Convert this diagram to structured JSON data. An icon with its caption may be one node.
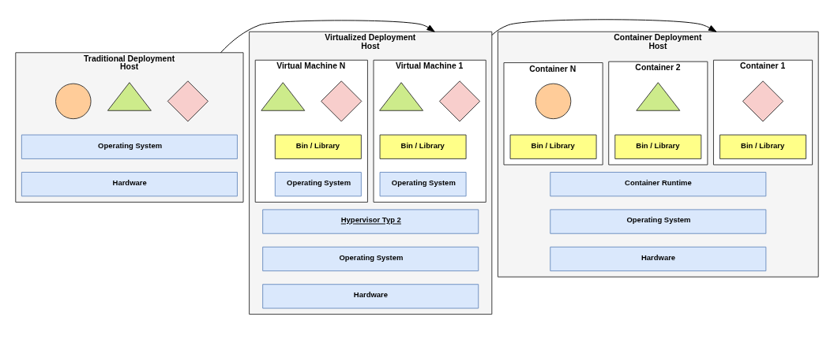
{
  "diagram": {
    "nodes": [
      {
        "text": [
          "Traditional Deployment",
          "Host"
        ]
      },
      {
        "text": [],
        "shape": "diamond",
        "in": 0
      },
      {
        "text": [],
        "shape": "triangle",
        "in": 0
      },
      {
        "text": [],
        "shape": "circle",
        "in": 0
      },
      {
        "text": [
          "Operating System"
        ],
        "in": 0
      },
      {
        "text": [
          "Hardware"
        ],
        "in": 0
      },
      {
        "text": [
          "Virtualized Deployment",
          "Host"
        ]
      },
      {
        "text": [
          "Virtual Machine 1"
        ],
        "in": 6
      },
      {
        "text": [],
        "shape": "diamond",
        "in": 7
      },
      {
        "text": [],
        "shape": "triangle",
        "in": 7
      },
      {
        "text": [
          "Bin / Library"
        ],
        "in": 7
      },
      {
        "text": [
          "Operating System"
        ],
        "in": 7
      },
      {
        "text": [
          "Virtual Machine N"
        ],
        "in": 6
      },
      {
        "text": [],
        "shape": "diamond",
        "in": 12
      },
      {
        "text": [],
        "shape": "triangle",
        "in": 12
      },
      {
        "text": [
          "Bin / Library"
        ],
        "in": 12
      },
      {
        "text": [
          "Operating System"
        ],
        "in": 12
      },
      {
        "text": [
          "Hypervisor Typ 2"
        ],
        "in": 6
      },
      {
        "text": [
          "Operating System"
        ],
        "in": 6
      },
      {
        "text": [
          "Hardware"
        ],
        "in": 6
      },
      {
        "text": [
          "Container Deployment",
          "Host"
        ]
      },
      {
        "text": [
          "Container 1"
        ],
        "in": 20
      },
      {
        "text": [],
        "shape": "diamond",
        "in": 21
      },
      {
        "text": [
          "Bin / Library"
        ],
        "in": 21
      },
      {
        "text": [
          "Container 2"
        ],
        "in": 20
      },
      {
        "text": [],
        "shape": "triangle",
        "in": 24
      },
      {
        "text": [
          "Bin / Library"
        ],
        "in": 24
      },
      {
        "text": [
          "Container N"
        ],
        "in": 20
      },
      {
        "text": [],
        "shape": "circle",
        "in": 27
      },
      {
        "text": [
          "Bin / Library"
        ],
        "in": 27
      },
      {
        "text": [
          "Container Runtime"
        ],
        "in": 20
      },
      {
        "text": [
          "Operating System"
        ],
        "in": 20
      },
      {
        "text": [
          "Hardware"
        ],
        "in": 20
      }
    ],
    "edges": [
      {
        "from": 0,
        "to": 6,
        "arrow": "to"
      },
      {
        "from": 6,
        "to": 20,
        "arrow": "to"
      }
    ]
  }
}
